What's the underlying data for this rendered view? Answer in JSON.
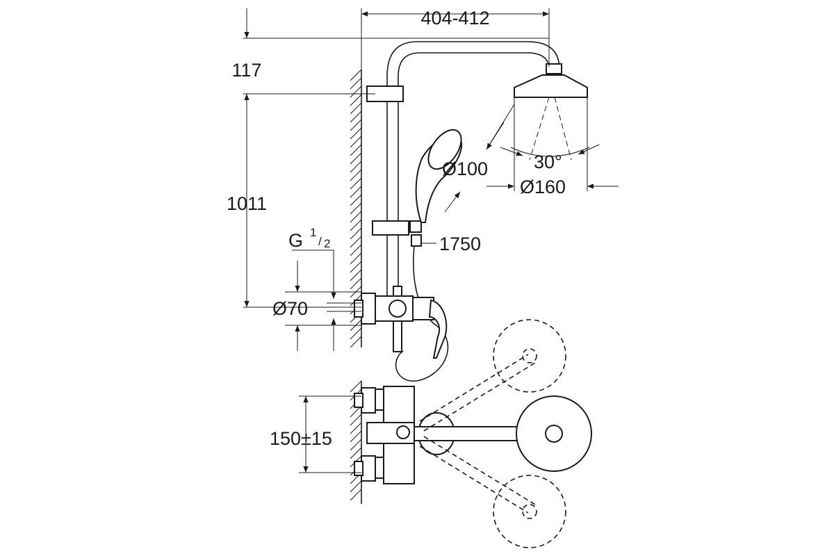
{
  "dimensions": {
    "width_range": "404-412",
    "top_offset": "117",
    "column_height": "1011",
    "thread": "G",
    "thread_num": "1",
    "thread_den": "2",
    "wall_plate_diameter": "Ø70",
    "hand_shower_diameter": "Ø100",
    "head_shower_diameter": "Ø160",
    "hose_length": "1750",
    "spray_angle": "30°",
    "inlet_spacing": "150±15"
  },
  "icons": {
    "wall": "wall-hatch-icon",
    "head_shower": "head-shower-icon",
    "hand_shower": "hand-shower-icon",
    "mixer": "mixer-icon",
    "lever": "lever-swing-icon"
  }
}
